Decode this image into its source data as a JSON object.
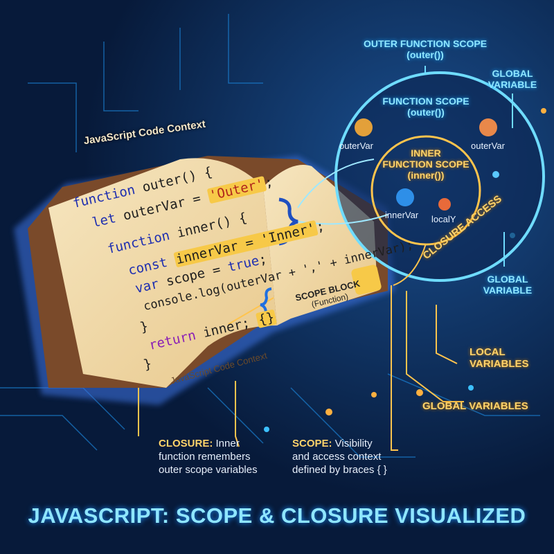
{
  "title": "JAVASCRIPT: SCOPE & CLOSURE VISUALIZED",
  "book": {
    "header_label": "JavaScript Code Context",
    "footer_label": "JavaScript Code Context",
    "code": {
      "l1_kw": "function",
      "l1_rest": " outer() {",
      "l2_kw": "let",
      "l2_rest": " outerVar = ",
      "l2_str": "'Outer'",
      "l2_end": ";",
      "l3_kw": "function",
      "l3_rest": " inner() {",
      "l4_kw": "const",
      "l4_hl": "innerVar = 'Inner'",
      "l4_end": ";",
      "l5_kw": "var",
      "l5_rest": " scope = ",
      "l5_val": "true",
      "l5_end": ";",
      "l6": "console.log(outerVar + ',' + innerVar);",
      "l7": "}",
      "l8_kw": "return",
      "l8_rest": " inner; ",
      "l8_hl": "{}",
      "l9": "}"
    },
    "scope_block_title": "SCOPE BLOCK",
    "scope_block_sub": "(Function)"
  },
  "scope_diagram": {
    "outer_title": "OUTER FUNCTION SCOPE",
    "outer_sub": "(outer())",
    "function_scope_title": "FUNCTION SCOPE",
    "function_scope_sub": "(outer())",
    "outer_var_left": "outerVar",
    "outer_var_right": "outerVar",
    "inner_title": "INNER",
    "inner_title2": "FUNCTION SCOPE",
    "inner_sub": "(inner())",
    "inner_var": "innerVar",
    "local_var": "localY",
    "closure_access": "CLOSURE ACCESS",
    "global_variable_top": [
      "GLOBAL",
      "VARIABLE"
    ],
    "global_variable_mid": [
      "GLOBAL",
      "VARIABLE"
    ]
  },
  "callouts": {
    "local_variables": [
      "LOCAL",
      "VARIABLES"
    ],
    "global_variables": "GLOBAL VARIABLES",
    "closure_term": "CLOSURE:",
    "closure_text1": " Inner",
    "closure_text2": "function remembers",
    "closure_text3": "outer scope variables",
    "scope_term": "SCOPE:",
    "scope_text1": " Visibility",
    "scope_text2": "and access context",
    "scope_text3": "defined by braces { }"
  },
  "colors": {
    "background": "#071a3a",
    "accent_cyan": "#8fe6ff",
    "accent_gold": "#ffd36a",
    "page": "#f3dfb4"
  }
}
